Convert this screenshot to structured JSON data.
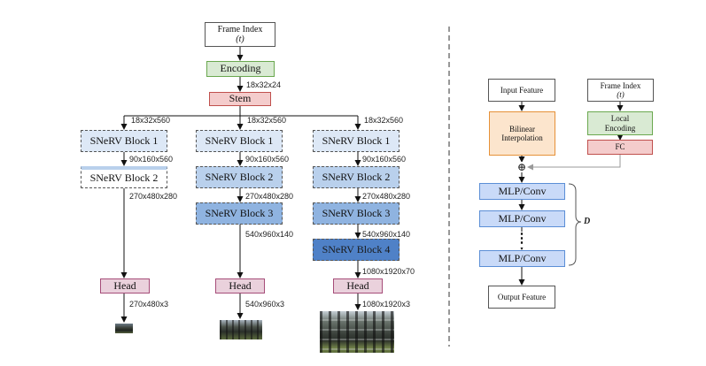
{
  "left": {
    "frame_index": {
      "title": "Frame Index",
      "symbol": "(t)"
    },
    "encoding": "Encoding",
    "stem": "Stem",
    "stem_input_dim": "18x32x24",
    "columns": [
      {
        "input_dim": "18x32x560",
        "blocks": [
          "SNeRV Block 1",
          "SNeRV Block 2"
        ],
        "dims": [
          "90x160x560",
          "270x480x280"
        ],
        "head": "Head",
        "output_dim": "270x480x3"
      },
      {
        "input_dim": "18x32x560",
        "blocks": [
          "SNeRV Block 1",
          "SNeRV Block 2",
          "SNeRV Block 3"
        ],
        "dims": [
          "90x160x560",
          "270x480x280",
          "540x960x140"
        ],
        "head": "Head",
        "output_dim": "540x960x3"
      },
      {
        "input_dim": "18x32x560",
        "blocks": [
          "SNeRV Block 1",
          "SNeRV Block 2",
          "SNeRV Block 3",
          "SNeRV Block 4"
        ],
        "dims": [
          "90x160x560",
          "270x480x280",
          "540x960x140",
          "1080x1920x70"
        ],
        "head": "Head",
        "output_dim": "1080x1920x3"
      }
    ]
  },
  "right": {
    "input_feature": "Input Feature",
    "frame_index": {
      "title": "Frame Index",
      "symbol": "(t)"
    },
    "bilinear": "Bilinear Interpolation",
    "local_encoding": "Local Encoding",
    "fc": "FC",
    "mlp_label": "MLP/Conv",
    "ellipsis": "⋮",
    "depth_label": "D",
    "output_feature": "Output Feature",
    "plus_symbol": "⊕"
  },
  "colors": {
    "encoding": "#d9ead3",
    "stem": "#f4cccc",
    "head": "#ead1dc",
    "bilinear": "#fce5cd",
    "mlp": "#c9daf8",
    "block_shades": [
      "#dde8f6",
      "#b9d0ec",
      "#8fb3e0",
      "#4f81c7"
    ]
  }
}
